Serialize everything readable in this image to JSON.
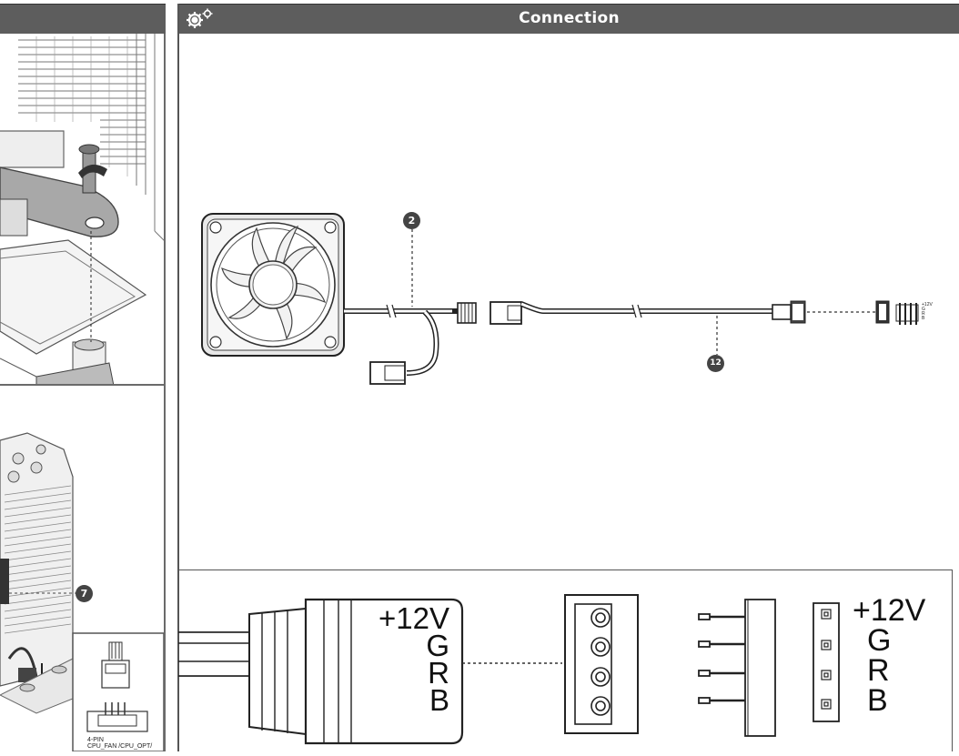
{
  "panel": {
    "title": "Connection",
    "icon": "gears-icon"
  },
  "callouts": {
    "fan_cable": "2",
    "extension_cable": "12",
    "left_part": "7"
  },
  "connector_small_label": {
    "line1": "+12V",
    "line2": "G",
    "line3": "R",
    "line4": "B"
  },
  "detail": {
    "plug_pins": [
      "+12V",
      "G",
      "R",
      "B"
    ],
    "header_pins": [
      "+12V",
      "G",
      "R",
      "B"
    ]
  },
  "left_bottom_label": {
    "line1": "4-PIN",
    "line2": "CPU_FAN /CPU_OPT/"
  }
}
